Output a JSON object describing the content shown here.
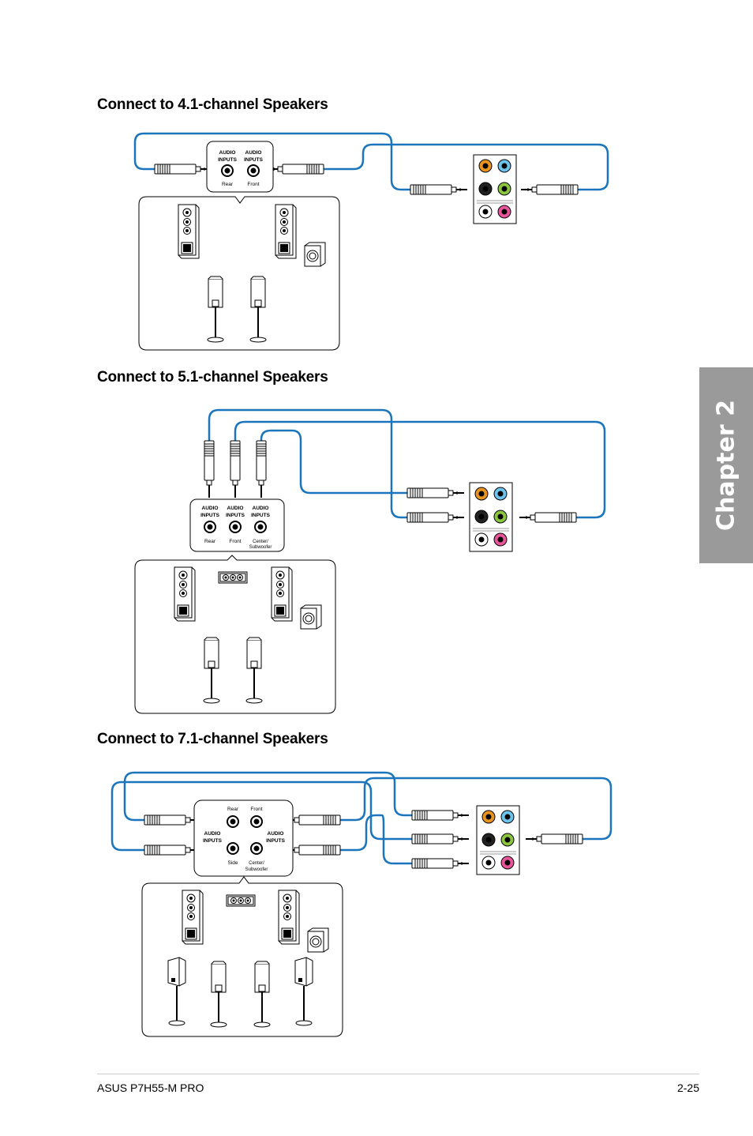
{
  "headings": {
    "ch41": "Connect to 4.1-channel Speakers",
    "ch51": "Connect to 5.1-channel Speakers",
    "ch71": "Connect to 7.1-channel Speakers"
  },
  "side_tab": "Chapter 2",
  "footer": {
    "product": "ASUS P7H55-M PRO",
    "page": "2-25"
  },
  "labels": {
    "audio_inputs_line1": "AUDIO",
    "audio_inputs_line2": "INPUTS",
    "rear": "Rear",
    "front": "Front",
    "side": "Side",
    "center_sub_line1": "Center/",
    "center_sub_line2": "Subwoofer"
  },
  "colors": {
    "cable": "#1b75bc",
    "jack_orange": "#e8941e",
    "jack_blue": "#6cc4ec",
    "jack_black": "#222222",
    "jack_green": "#8cc63f",
    "jack_gray": "#ffffff",
    "jack_pink": "#e8559a"
  }
}
